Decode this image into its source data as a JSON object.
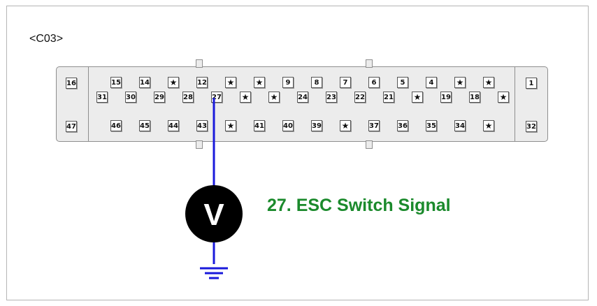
{
  "connector": {
    "label": "<C03>",
    "left_pins": [
      "16",
      "47"
    ],
    "right_pins": [
      "1",
      "32"
    ],
    "row1": [
      "15",
      "14",
      "★",
      "12",
      "★",
      "★",
      "9",
      "8",
      "7",
      "6",
      "5",
      "4",
      "★",
      "★"
    ],
    "row2": [
      "31",
      "30",
      "29",
      "28",
      "27",
      "★",
      "★",
      "24",
      "23",
      "22",
      "21",
      "★",
      "19",
      "18",
      "★"
    ],
    "row3": [
      "46",
      "45",
      "44",
      "43",
      "★",
      "41",
      "40",
      "39",
      "★",
      "37",
      "36",
      "35",
      "34",
      "★"
    ]
  },
  "meter": {
    "symbol": "V"
  },
  "signal": {
    "label": "27. ESC Switch Signal"
  },
  "colors": {
    "wire": "#1a1adb",
    "signal_text": "#1b8a2c",
    "meter": "#000000"
  }
}
